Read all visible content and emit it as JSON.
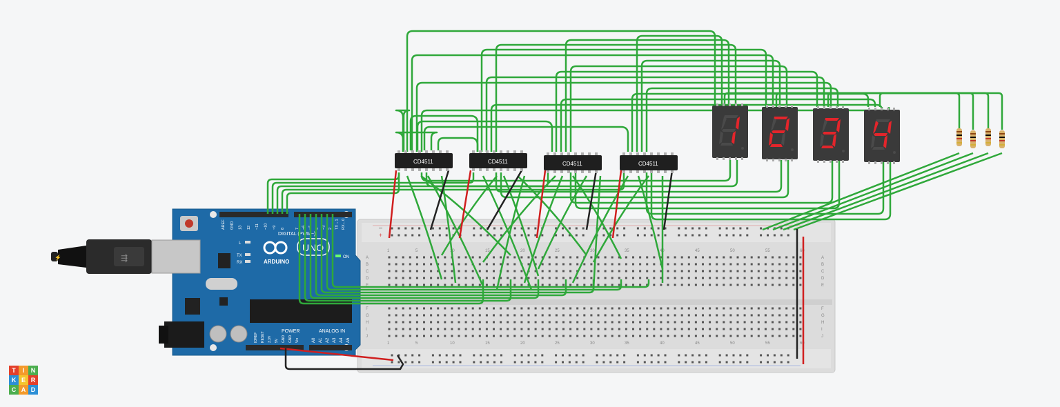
{
  "logo": {
    "letters": [
      "T",
      "I",
      "N",
      "K",
      "E",
      "R",
      "C",
      "A",
      "D"
    ]
  },
  "arduino": {
    "brand": "ARDUINO",
    "model": "UNO",
    "digital_label": "DIGITAL (PWM~)",
    "power_label": "POWER",
    "analog_label": "ANALOG IN",
    "on_label": "ON",
    "l_label": "L",
    "tx_label": "TX",
    "rx_label": "RX",
    "top_pins": [
      "AREF",
      "GND",
      "13",
      "12",
      "~11",
      "~10",
      "~9",
      "8",
      "7",
      "~6",
      "~5",
      "4",
      "~3",
      "2",
      "TX→1",
      "RX←0"
    ],
    "power_pins": [
      "IOREF",
      "RESET",
      "3.3V",
      "5V",
      "GND",
      "GND",
      "Vin"
    ],
    "analog_pins": [
      "A0",
      "A1",
      "A2",
      "A3",
      "A4",
      "A5"
    ]
  },
  "ics": [
    {
      "label": "CD4511"
    },
    {
      "label": "CD4511"
    },
    {
      "label": "CD4511"
    },
    {
      "label": "CD4511"
    }
  ],
  "displays": [
    {
      "digit": "1"
    },
    {
      "digit": "2"
    },
    {
      "digit": "3"
    },
    {
      "digit": "4"
    }
  ],
  "breadboard": {
    "col_numbers": [
      "1",
      "5",
      "10",
      "15",
      "20",
      "25",
      "30",
      "35",
      "40",
      "45",
      "50",
      "55",
      "60"
    ],
    "rows_top": [
      "A",
      "B",
      "C",
      "D",
      "E"
    ],
    "rows_bottom": [
      "F",
      "G",
      "H",
      "I",
      "J"
    ]
  },
  "colors": {
    "wire": "#2fa83a",
    "wire_red": "#d01f1f",
    "wire_black": "#222222",
    "board": "#1e6aa7",
    "segment_on": "#e3252b",
    "segment_off": "#4a4a4a",
    "display_body": "#3a3a3a"
  }
}
